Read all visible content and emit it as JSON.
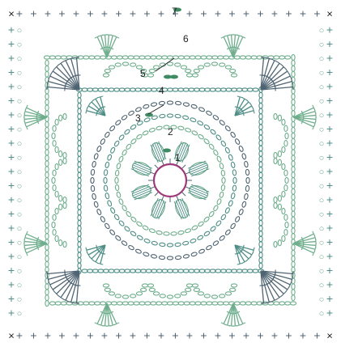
{
  "round_labels": [
    "1",
    "2",
    "3",
    "4",
    "5",
    "6",
    "7"
  ],
  "stitch_glyphs": {
    "single_crochet": "+",
    "slip_stitch": "×",
    "chain": "○"
  },
  "colors": {
    "green": "#6fae8d",
    "teal": "#4f8f87",
    "slate": "#4f6472",
    "center_ring": "#9c3a7a",
    "marker": "#3f8a63",
    "text": "#222222"
  }
}
